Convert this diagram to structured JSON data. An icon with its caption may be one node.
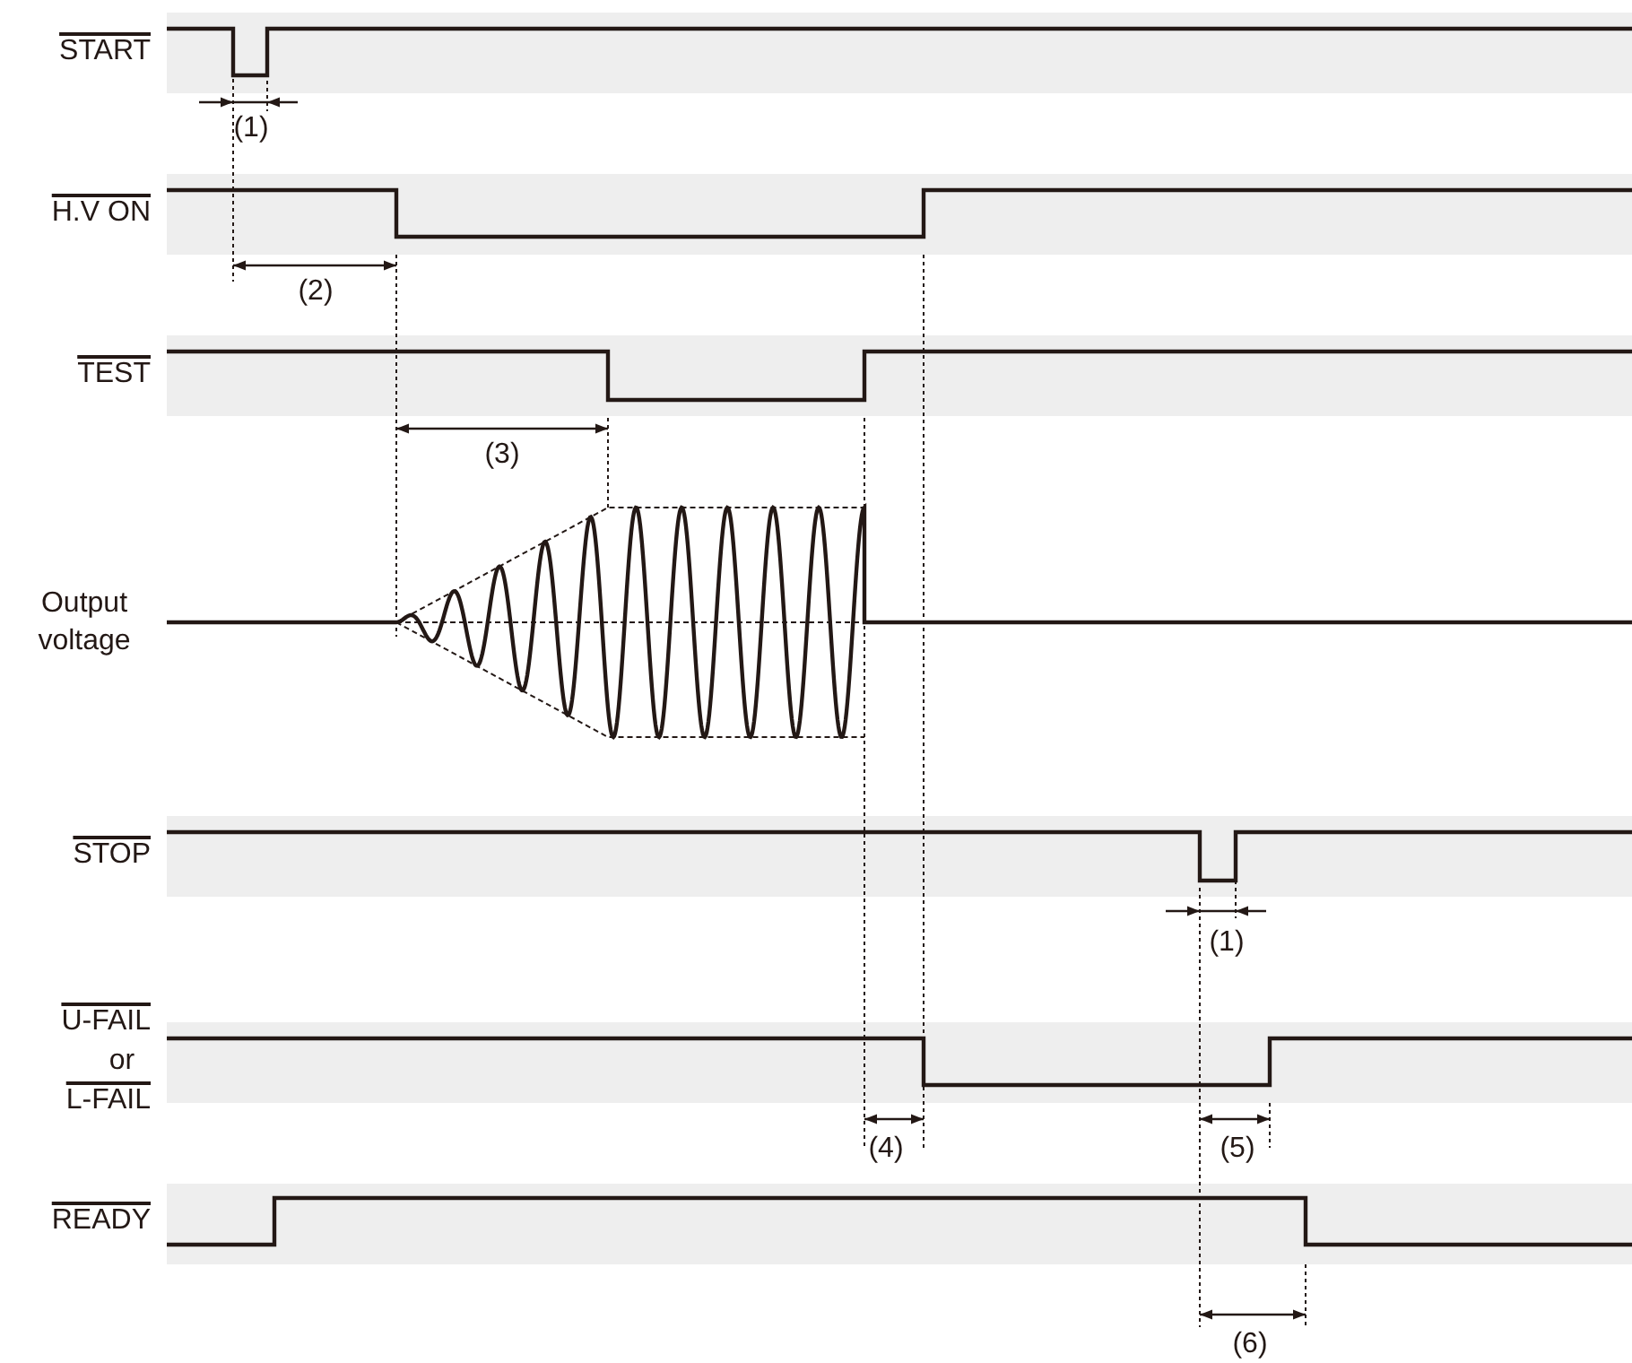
{
  "diagram": {
    "labels": [
      "START",
      "(1)",
      "H.V ON",
      "(2)",
      "TEST",
      "(3)",
      "Output voltage",
      "STOP",
      "(1)",
      "U-FAIL",
      "or",
      "L-FAIL",
      "(4)",
      "(5)",
      "READY",
      "(6)"
    ]
  }
}
